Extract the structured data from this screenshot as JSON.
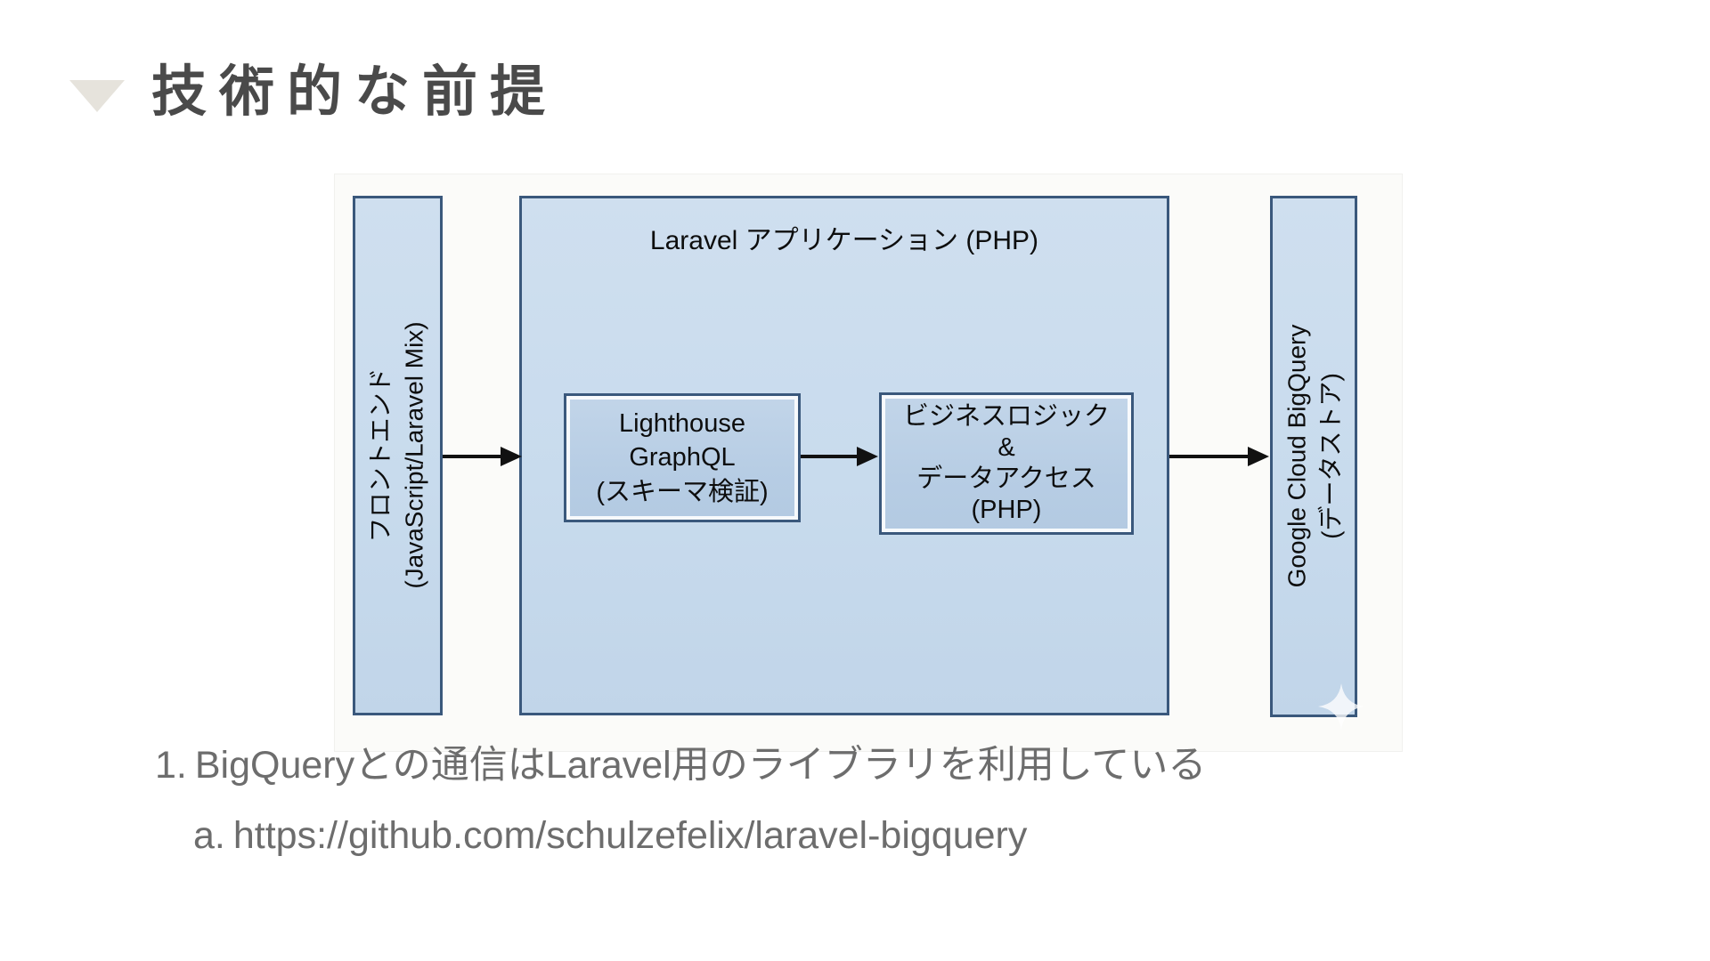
{
  "slide": {
    "title": "技術的な前提"
  },
  "diagram": {
    "frontend_box": {
      "line1": "フロントエンド",
      "line2": "(JavaScript/Laravel Mix)"
    },
    "laravel_box": {
      "title": "Laravel アプリケーション (PHP)"
    },
    "lighthouse_box": {
      "line1": "Lighthouse GraphQL",
      "line2": "(スキーマ検証)"
    },
    "business_box": {
      "line1": "ビジネスロジック",
      "line2": "&",
      "line3": "データアクセス",
      "line4": "(PHP)"
    },
    "bigquery_box": {
      "line1": "Google Cloud BigQuery",
      "line2": "(データストア)"
    }
  },
  "notes": {
    "item1_number": "1.",
    "item1_text": "BigQueryとの通信はLaravel用のライブラリを利用している",
    "item1a_letter": "a.",
    "item1a_text": "https://github.com/schulzefelix/laravel-bigquery"
  },
  "colors": {
    "box_fill": "#c8dbed",
    "box_fill_top": "#cfdfef",
    "inner_fill": "#b7cde4",
    "inner_fill_top": "#c2d5e9",
    "box_border": "#3a587c",
    "arrow": "#111111",
    "title_color": "#4a4a4a",
    "note_color": "#6d6d6d",
    "bullet_triangle": "#e6e3dc",
    "diagram_bg": "#fbfbf9"
  }
}
